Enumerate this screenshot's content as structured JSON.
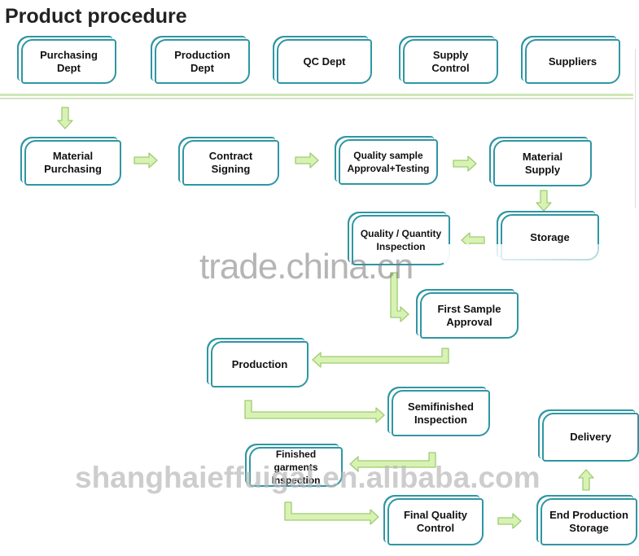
{
  "title": "Product procedure",
  "departments": [
    {
      "label": "Purchasing\nDept"
    },
    {
      "label": "Production\nDept"
    },
    {
      "label": "QC Dept"
    },
    {
      "label": "Supply\nControl"
    },
    {
      "label": "Suppliers"
    }
  ],
  "steps": {
    "material_purchasing": "Material\nPurchasing",
    "contract_signing": "Contract\nSigning",
    "quality_sample": "Quality sample\nApproval+Testing",
    "material_supply": "Material\nSupply",
    "storage": "Storage",
    "quality_quantity": "Quality / Quantity\nInspection",
    "first_sample": "First Sample\nApproval",
    "production": "Production",
    "semifinished": "Semifinished\nInspection",
    "finished_garments": "Finished garments\nInspection",
    "final_quality": "Final Quality\nControl",
    "end_production": "End Production\nStorage",
    "delivery": "Delivery"
  },
  "watermarks": {
    "top": "trade.china.cn",
    "bottom": "shanghaieffuigal.en.alibaba.com"
  },
  "colors": {
    "box_border": "#2f96a3",
    "arrow_fill": "#d9f2b4",
    "arrow_stroke": "#9ccd72",
    "rule": "#cfe6b8"
  }
}
